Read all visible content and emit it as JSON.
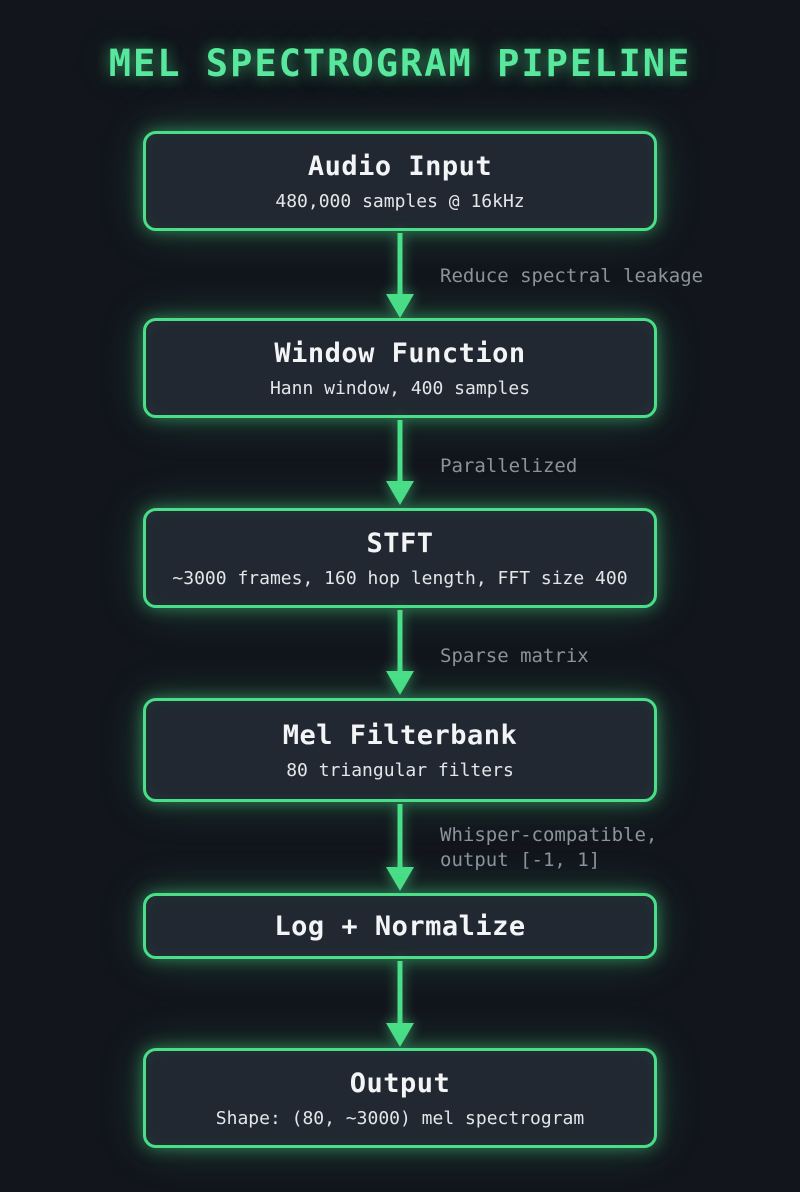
{
  "title": "MEL SPECTROGRAM PIPELINE",
  "colors": {
    "background": "#12151c",
    "node_fill": "#212831",
    "accent_green": "#4ade88",
    "title_green": "#58e89d",
    "node_title_text": "#f2f4f6",
    "node_subtitle_text": "#e2e6e9",
    "edge_label_text": "#8b939b"
  },
  "nodes": [
    {
      "title": "Audio Input",
      "subtitle": "480,000 samples @ 16kHz"
    },
    {
      "title": "Window Function",
      "subtitle": "Hann window, 400 samples"
    },
    {
      "title": "STFT",
      "subtitle": "~3000 frames, 160 hop length, FFT size 400"
    },
    {
      "title": "Mel Filterbank",
      "subtitle": "80 triangular filters"
    },
    {
      "title": "Log + Normalize"
    },
    {
      "title": "Output",
      "subtitle": "Shape: (80, ~3000) mel spectrogram"
    }
  ],
  "edges": [
    {
      "label": "Reduce spectral leakage"
    },
    {
      "label": "Parallelized"
    },
    {
      "label": "Sparse matrix"
    },
    {
      "label": "Whisper-compatible,\noutput [-1, 1]"
    },
    {
      "label": ""
    }
  ]
}
